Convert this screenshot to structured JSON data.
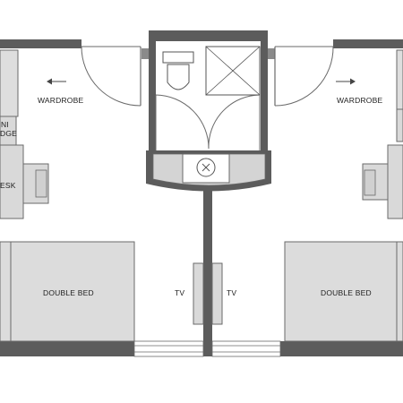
{
  "colors": {
    "wall": "#5c5c5c",
    "wall_light": "#8a8a8a",
    "furniture": "#d9d9d9",
    "bed": "#dcdcdc",
    "line": "#6a6a6a",
    "background": "#ffffff"
  },
  "labels": {
    "wardrobe_left": "WARDROBE",
    "wardrobe_right": "WARDROBE",
    "mini_fridge_line1": "NI",
    "mini_fridge_line2": "DGE",
    "desk_left": "ESK",
    "bed_left": "DOUBLE BED",
    "bed_right": "DOUBLE BED",
    "tv_left": "TV",
    "tv_right": "TV"
  },
  "icons": {
    "arrows": "arrow-icon",
    "toilet": "toilet-icon",
    "shower": "shower-icon",
    "sink": "sink-icon"
  }
}
